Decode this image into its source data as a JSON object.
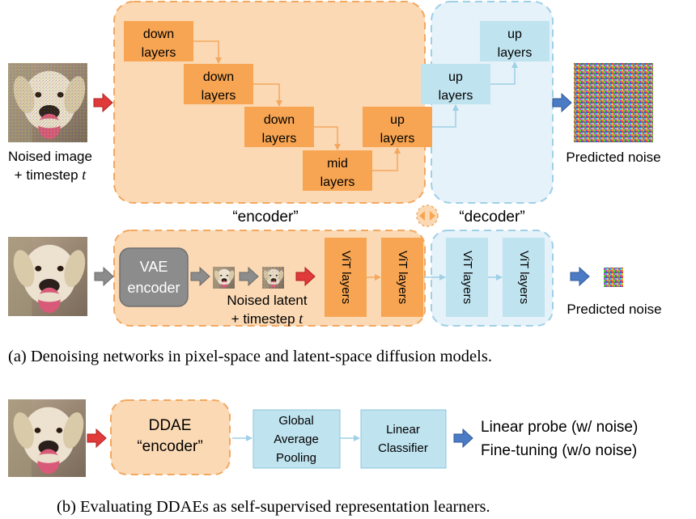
{
  "colors": {
    "orange_fill": "#fbd9b4",
    "orange_border": "#f3a860",
    "orange_block": "#f7a552",
    "blue_fill": "#e5f2f9",
    "blue_border": "#9fd0e6",
    "blue_block": "#bfe3ef",
    "gray_block": "#8c8c8c",
    "red_arrow": "#e03a3a",
    "blue_arrow": "#4b7bc4",
    "gray_arrow": "#8c8c8c"
  },
  "pixel_space": {
    "input_caption_line1": "Noised image",
    "input_caption_line2": "+ timestep t",
    "down1": [
      "down",
      "layers"
    ],
    "down2": [
      "down",
      "layers"
    ],
    "down3": [
      "down",
      "layers"
    ],
    "mid": [
      "mid",
      "layers"
    ],
    "up1": [
      "up",
      "layers"
    ],
    "up2": [
      "up",
      "layers"
    ],
    "up3": [
      "up",
      "layers"
    ],
    "output_caption": "Predicted noise"
  },
  "labels": {
    "encoder": "“encoder”",
    "decoder": "“decoder”"
  },
  "latent_space": {
    "vae_label": [
      "VAE",
      "encoder"
    ],
    "noised_latent_line1": "Noised latent",
    "noised_latent_line2": "+ timestep t",
    "vit_label": "ViT layers",
    "output_caption": "Predicted noise"
  },
  "caption_a": "(a)  Denoising networks in pixel-space and latent-space diffusion models.",
  "eval": {
    "ddae_label": [
      "DDAE",
      "“encoder”"
    ],
    "gap_label": [
      "Global",
      "Average",
      "Pooling"
    ],
    "linear_label": [
      "Linear",
      "Classifier"
    ],
    "result_line1": "Linear probe (w/ noise)",
    "result_line2": "Fine-tuning (w/o noise)"
  },
  "caption_b": "(b)  Evaluating DDAEs as self-supervised representation learners."
}
